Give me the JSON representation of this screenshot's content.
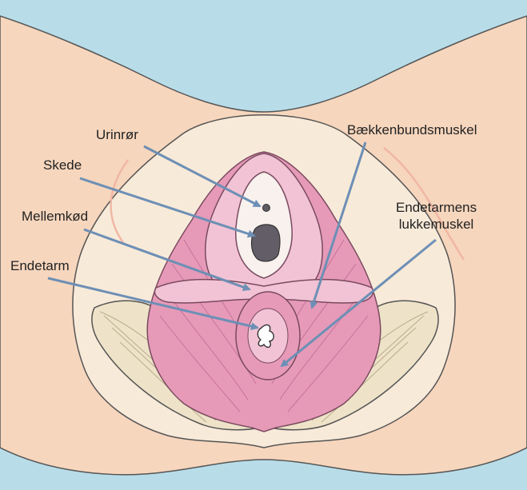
{
  "labels": {
    "urinror": "Urinrør",
    "skede": "Skede",
    "mellemkod": "Mellemkød",
    "endetarm": "Endetarm",
    "baekkenbundsmuskel": "Bækkenbundsmuskel",
    "lukkemuskel_line1": "Endetarmens",
    "lukkemuskel_line2": "lukkemuskel"
  },
  "colors": {
    "background_blue": "#b8dde9",
    "skin": "#f6d6bd",
    "inner_skin": "#f8ead9",
    "muscle_pink": "#e69ab8",
    "muscle_light": "#f1c3d4",
    "pointer_line": "#6d8fb5",
    "buttock_muscle": "#eee3c8"
  }
}
